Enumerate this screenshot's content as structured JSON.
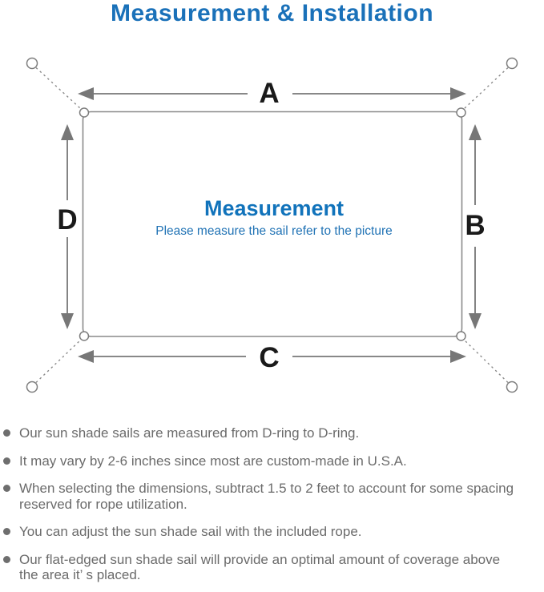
{
  "colors": {
    "title_blue": "#1a71b9",
    "center_blue": "#1173bb",
    "line_gray": "#7d7d7d",
    "label_black": "#1a1a1a",
    "body_text_gray": "#6b6b6b"
  },
  "header": {
    "title": "Measurement & Installation"
  },
  "diagram": {
    "labels": {
      "top": "A",
      "right": "B",
      "bottom": "C",
      "left": "D"
    },
    "center_title": "Measurement",
    "center_subtitle": "Please measure the sail refer to the picture"
  },
  "bullets": {
    "items": [
      {
        "lines": [
          "Our sun shade sails are measured from D-ring to D-ring."
        ]
      },
      {
        "lines": [
          "It may vary by 2-6 inches since most are custom-made in U.S.A."
        ]
      },
      {
        "lines": [
          "When selecting the dimensions, subtract 1.5 to 2 feet to account for some spacing",
          "reserved for rope utilization."
        ]
      },
      {
        "lines": [
          "You can adjust the sun shade sail with the included rope."
        ]
      },
      {
        "lines": [
          "Our flat-edged sun shade sail will provide an optimal amount of coverage above",
          "the area it’ s placed."
        ]
      }
    ]
  }
}
